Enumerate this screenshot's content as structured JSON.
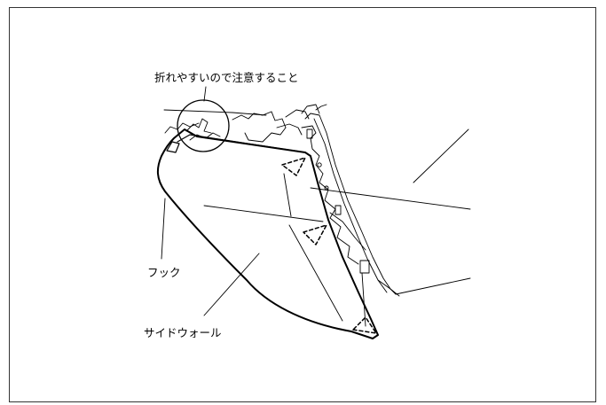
{
  "labels": {
    "caution": "折れやすいので注意すること",
    "hook": "フック",
    "side_wall": "サイドウォール"
  },
  "colors": {
    "line": "#000000",
    "frame": "#333333",
    "background": "#ffffff"
  },
  "icons": {
    "caution_circle": "magnify-circle-icon",
    "clips": "dashed-triangle-clip-icon"
  }
}
